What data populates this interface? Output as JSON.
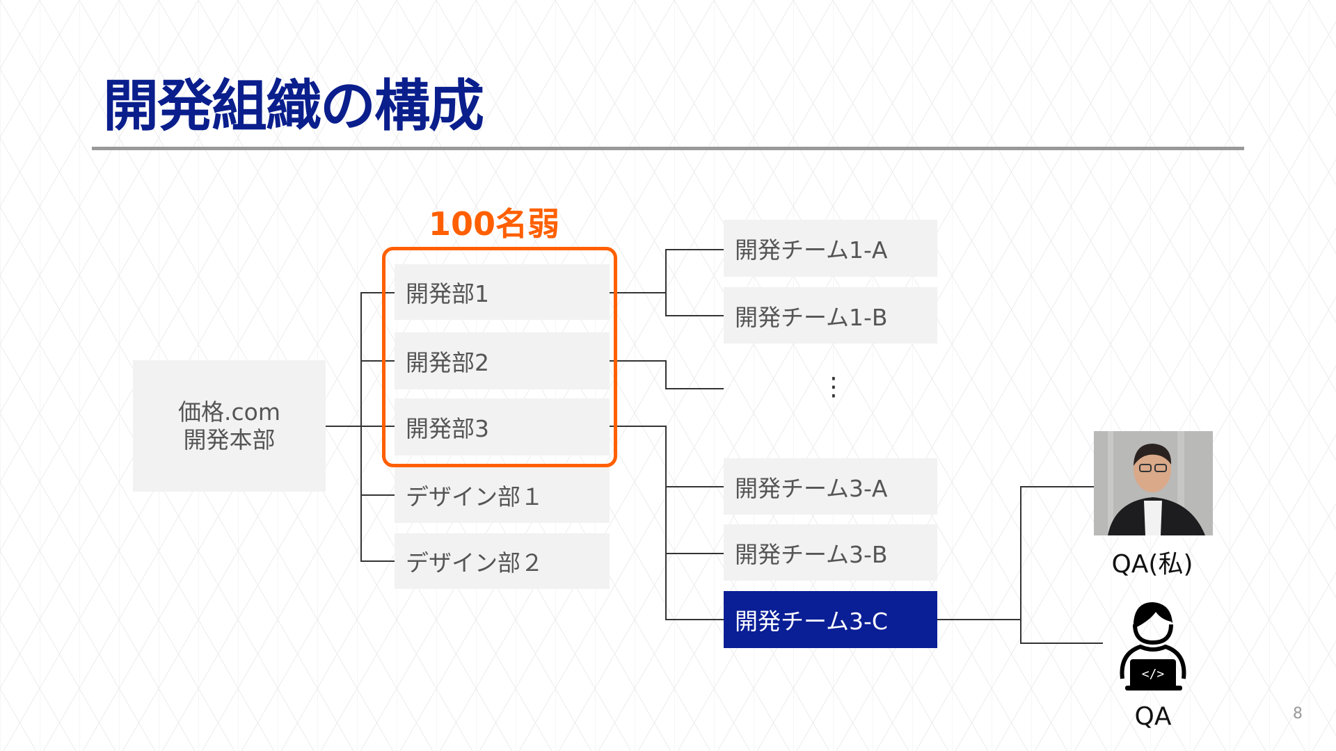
{
  "title": "開発組織の構成",
  "headcount": "100名弱",
  "root": {
    "line1": "価格.com",
    "line2": "開発本部"
  },
  "departments": [
    "開発部1",
    "開発部2",
    "開発部3",
    "デザイン部１",
    "デザイン部２"
  ],
  "teams": {
    "t1a": "開発チーム1-A",
    "t1b": "開発チーム1-B",
    "ellipsis": "⋮",
    "t3a": "開発チーム3-A",
    "t3b": "開発チーム3-B",
    "t3c": "開発チーム3-C"
  },
  "members": {
    "me": "QA(私)",
    "qa": "QA"
  },
  "page_number": "8",
  "colors": {
    "title": "#0a1e8c",
    "accent": "#ff5f00",
    "selected": "#0a1e96"
  }
}
